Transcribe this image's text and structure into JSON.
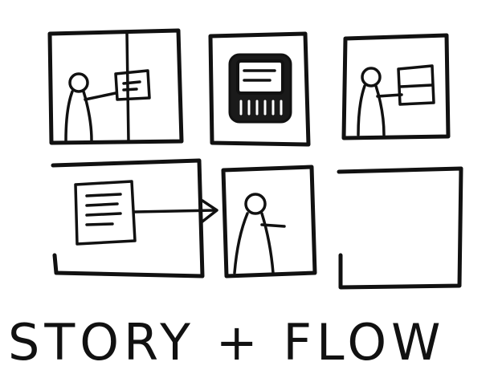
{
  "caption": "STORY + FLOW",
  "ink_color": "#111111",
  "panels": [
    {
      "row": 1,
      "col": 1,
      "content": "person-presenting-board"
    },
    {
      "row": 1,
      "col": 2,
      "content": "device-screen"
    },
    {
      "row": 1,
      "col": 3,
      "content": "person-pointing-board"
    },
    {
      "row": 2,
      "col": 1,
      "content": "document-with-arrow"
    },
    {
      "row": 2,
      "col": 2,
      "content": "person-receiving"
    },
    {
      "row": 2,
      "col": 3,
      "content": "empty"
    }
  ]
}
